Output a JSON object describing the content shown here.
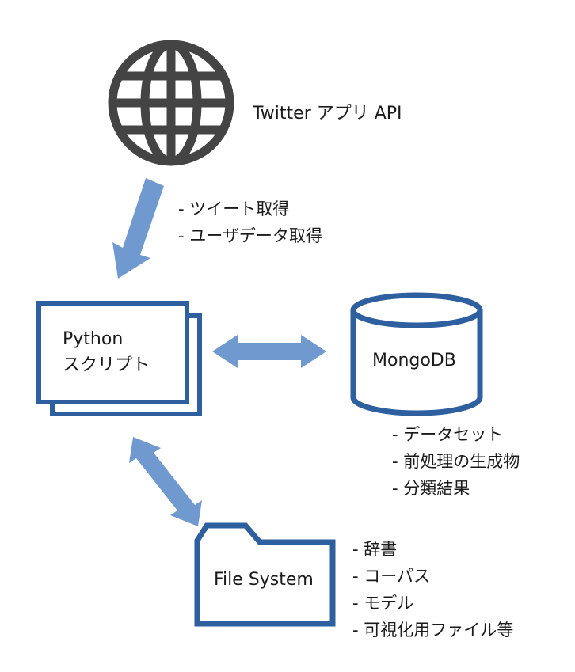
{
  "colors": {
    "box_stroke": "#2e5f9e",
    "arrow_fill": "#7099cf",
    "globe": "#444444",
    "text": "#1a1a1a"
  },
  "nodes": {
    "twitter_api": {
      "label": "Twitter アプリ API",
      "icon": "globe-icon"
    },
    "python_script": {
      "line1": "Python",
      "line2": "スクリプト",
      "icon": "stacked-pages-icon"
    },
    "mongodb": {
      "label": "MongoDB",
      "icon": "database-cylinder-icon"
    },
    "file_system": {
      "label": "File System",
      "icon": "folder-icon"
    }
  },
  "lists": {
    "api_actions": [
      "- ツイート取得",
      "- ユーザデータ取得"
    ],
    "mongodb_contents": [
      "- データセット",
      "- 前処理の生成物",
      "- 分類結果"
    ],
    "filesystem_contents": [
      "- 辞書",
      "- コーパス",
      "- モデル",
      "- 可視化用ファイル等"
    ]
  }
}
